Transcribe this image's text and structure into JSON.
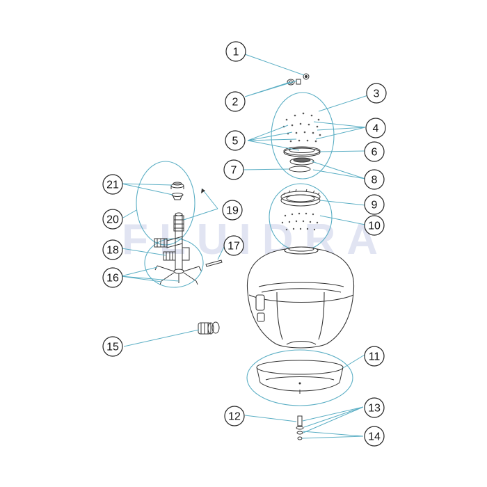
{
  "watermark": "FLUIDRA",
  "callouts": [
    "1",
    "2",
    "3",
    "4",
    "5",
    "6",
    "7",
    "8",
    "9",
    "10",
    "11",
    "12",
    "13",
    "14",
    "15",
    "16",
    "17",
    "18",
    "19",
    "20",
    "21"
  ],
  "colors": {
    "leader_line": "#5aaec4",
    "group_ellipse": "#5aaec4",
    "callout_circle": "#222222",
    "part_stroke": "#333333",
    "watermark": "#c9cfe8"
  }
}
